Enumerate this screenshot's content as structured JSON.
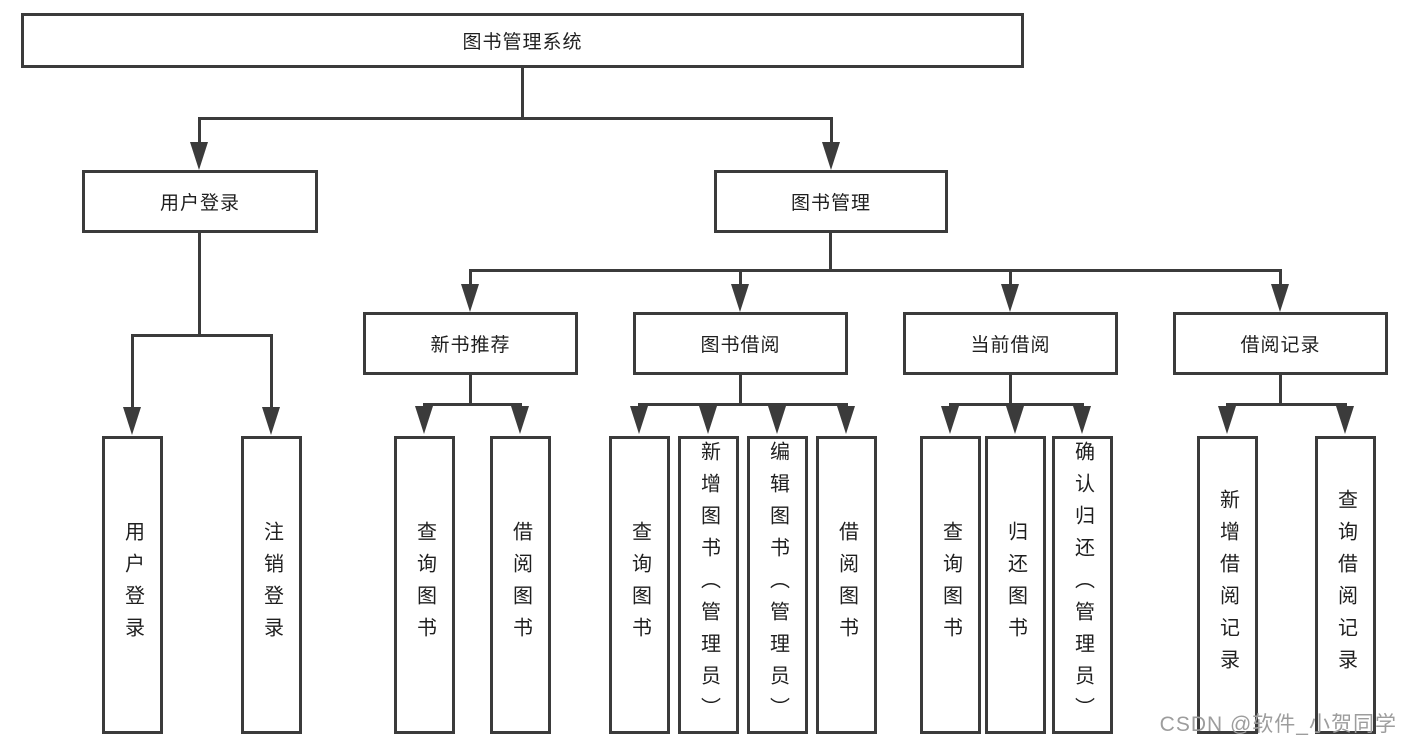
{
  "diagram": {
    "type": "hierarchy-tree",
    "line_color": "#3b3b3b",
    "text_color": "#1f1f1f",
    "box_background": "#ffffff",
    "root": "图书管理系统",
    "branches": [
      {
        "label": "用户登录",
        "children": [
          "用户登录",
          "注销登录"
        ]
      },
      {
        "label": "图书管理",
        "children": [
          {
            "label": "新书推荐",
            "children": [
              "查询图书",
              "借阅图书"
            ]
          },
          {
            "label": "图书借阅",
            "children": [
              "查询图书",
              "新增图书（管理员）",
              "编辑图书（管理员）",
              "借阅图书"
            ]
          },
          {
            "label": "当前借阅",
            "children": [
              "查询图书",
              "归还图书",
              "确认归还（管理员）"
            ]
          },
          {
            "label": "借阅记录",
            "children": [
              "新增借阅记录",
              "查询借阅记录"
            ]
          }
        ]
      }
    ]
  },
  "watermark": {
    "text": "CSDN @软件_小贺同学",
    "color": "#9d9d9d"
  }
}
